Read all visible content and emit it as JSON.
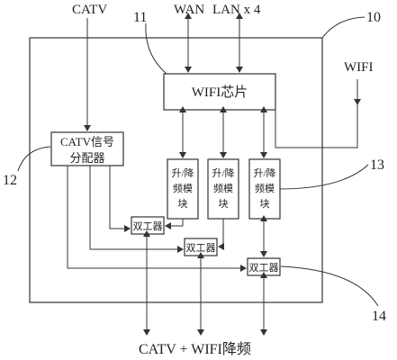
{
  "labels": {
    "catv_top": "CATV",
    "wan": "WAN",
    "lan": "LAN x 4",
    "wifi_in": "WIFI",
    "wifi_chip": "WIFI芯片",
    "catv_splitter_line1": "CATV信号",
    "catv_splitter_line2": "分配器",
    "converter_line1": "升/降",
    "converter_line2": "频模",
    "converter_line3": "块",
    "diplexer": "双工器",
    "bottom_output": "CATV + WIFI降频"
  },
  "callouts": {
    "c10": "10",
    "c11": "11",
    "c12": "12",
    "c13": "13",
    "c14": "14"
  },
  "colors": {
    "line": "#333333",
    "text": "#222222",
    "background": "#ffffff"
  }
}
